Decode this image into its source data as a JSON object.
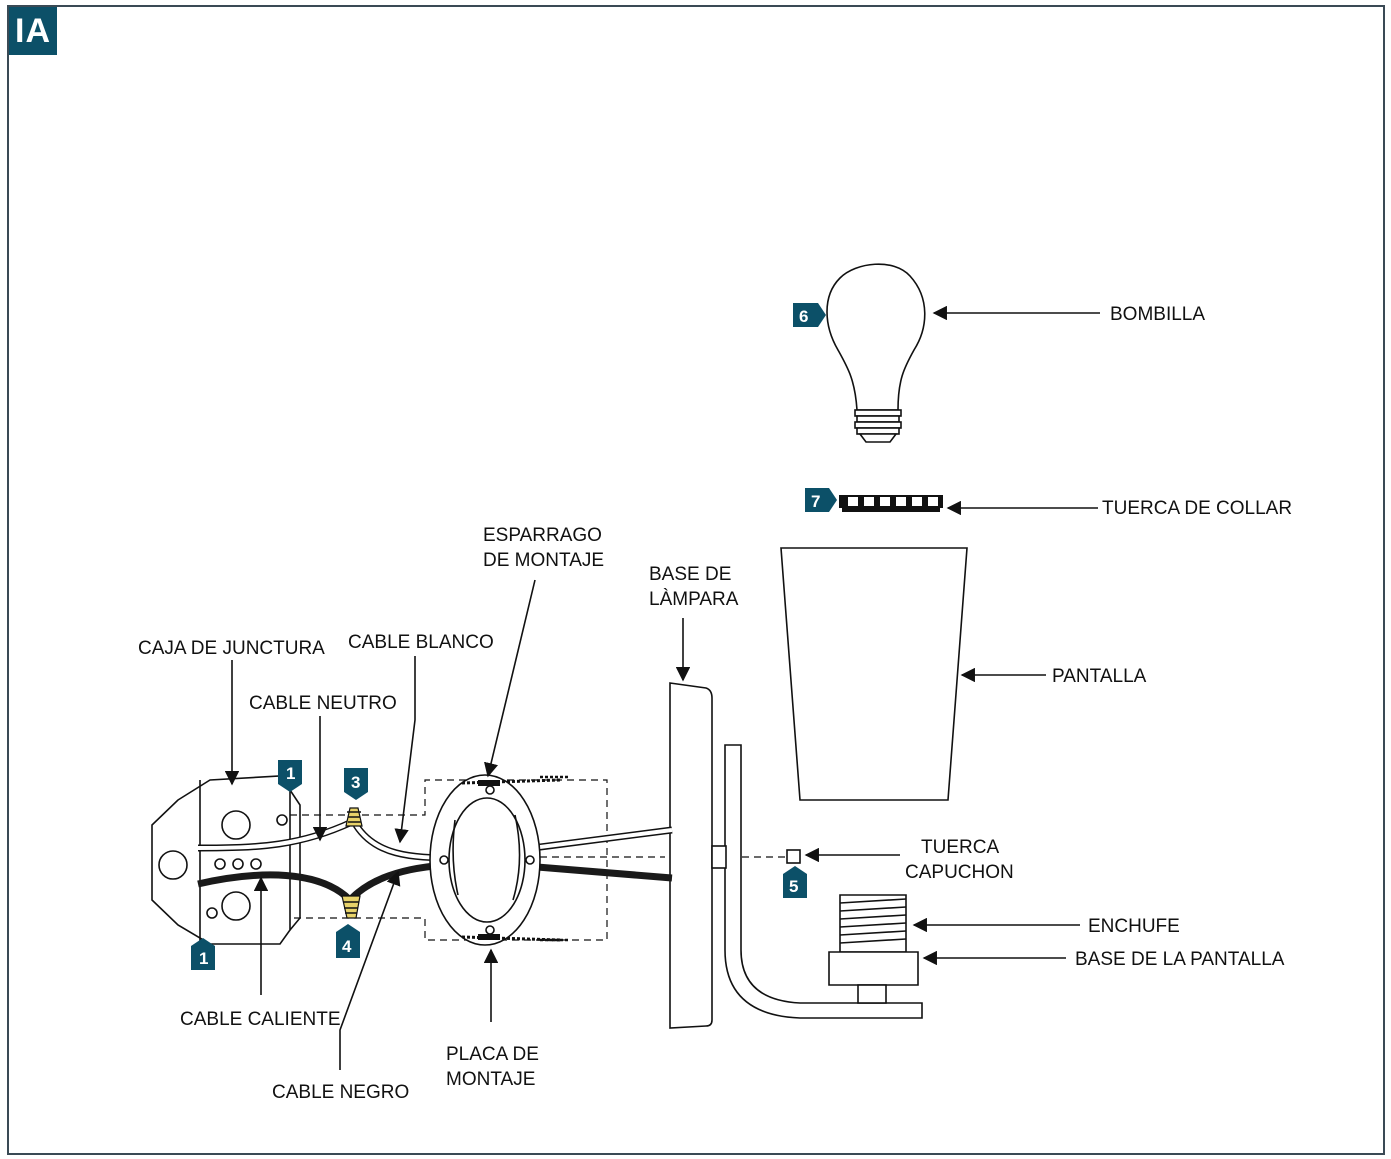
{
  "figure": {
    "id": "IA"
  },
  "colors": {
    "badge": "#0c5068",
    "connector": "#e8d36a",
    "black_wire": "#1a1a1a"
  },
  "labels": {
    "bombilla": "BOMBILLA",
    "tuerca_collar": "TUERCA DE COLLAR",
    "esparrago_1": "ESPARRAGO",
    "esparrago_2": "DE MONTAJE",
    "base_lampara_1": "BASE DE",
    "base_lampara_2": "LÀMPARA",
    "pantalla": "PANTALLA",
    "caja_junctura": "CAJA DE JUNCTURA",
    "cable_blanco": "CABLE BLANCO",
    "cable_neutro": "CABLE NEUTRO",
    "tuerca_cap_1": "TUERCA",
    "tuerca_cap_2": "CAPUCHON",
    "enchufe": "ENCHUFE",
    "base_pantalla": "BASE DE LA PANTALLA",
    "cable_caliente": "CABLE CALIENTE",
    "cable_negro": "CABLE NEGRO",
    "placa_1": "PLACA DE",
    "placa_2": "MONTAJE"
  },
  "steps": {
    "s1a": "1",
    "s1b": "1",
    "s3": "3",
    "s4": "4",
    "s5": "5",
    "s6": "6",
    "s7": "7"
  }
}
